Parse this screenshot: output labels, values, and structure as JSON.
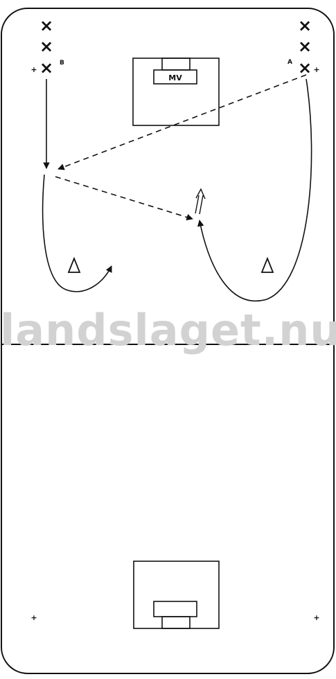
{
  "watermark": "landslaget.nu",
  "goalkeeper_label": "MV",
  "player_labels": {
    "left_start": "B",
    "right_start": "A"
  },
  "markers": {
    "cross": "×",
    "plus": "+"
  },
  "colors": {
    "lines": "#111111",
    "watermark": "#d2d2d2",
    "background": "#ffffff"
  }
}
